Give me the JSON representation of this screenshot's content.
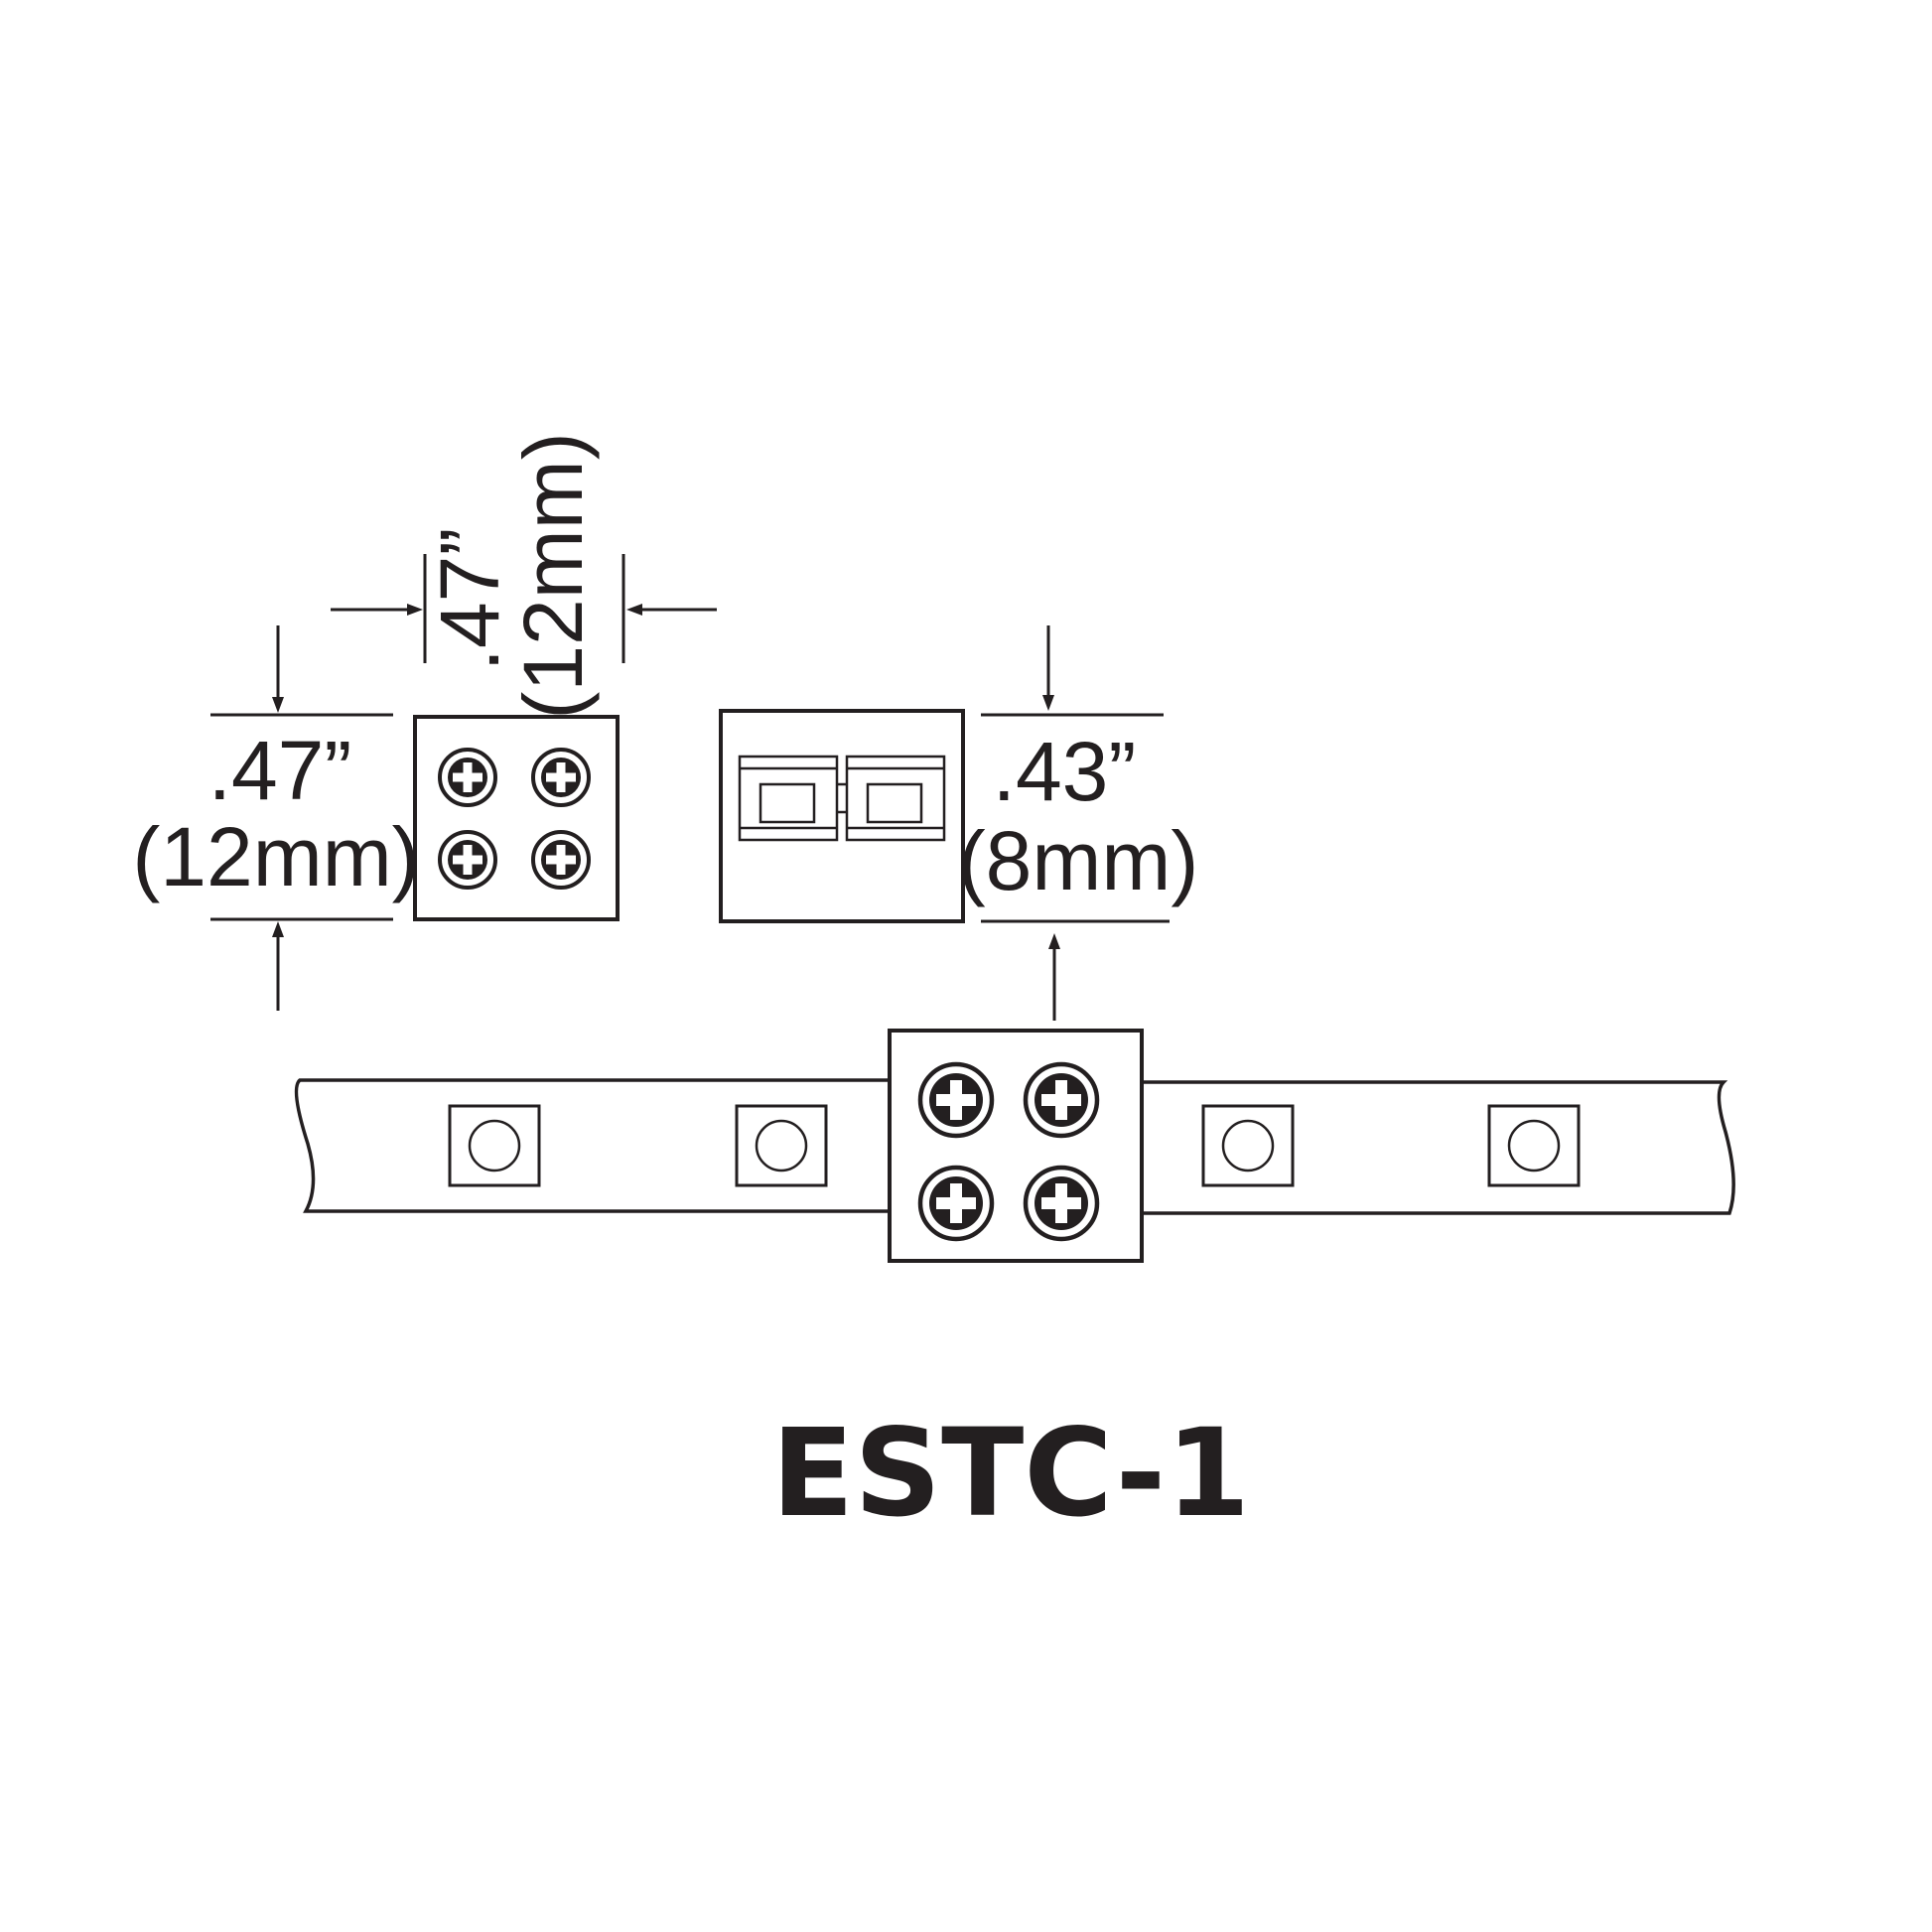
{
  "dimensions": {
    "top_width": {
      "inch": ".47”",
      "mm": "(12mm)"
    },
    "left_height": {
      "inch": ".47”",
      "mm": "(12mm)"
    },
    "right_height": {
      "inch": ".43”",
      "mm": "(8mm)"
    }
  },
  "model": "ESTC-1",
  "colors": {
    "ink": "#231f20",
    "background": "#ffffff"
  }
}
